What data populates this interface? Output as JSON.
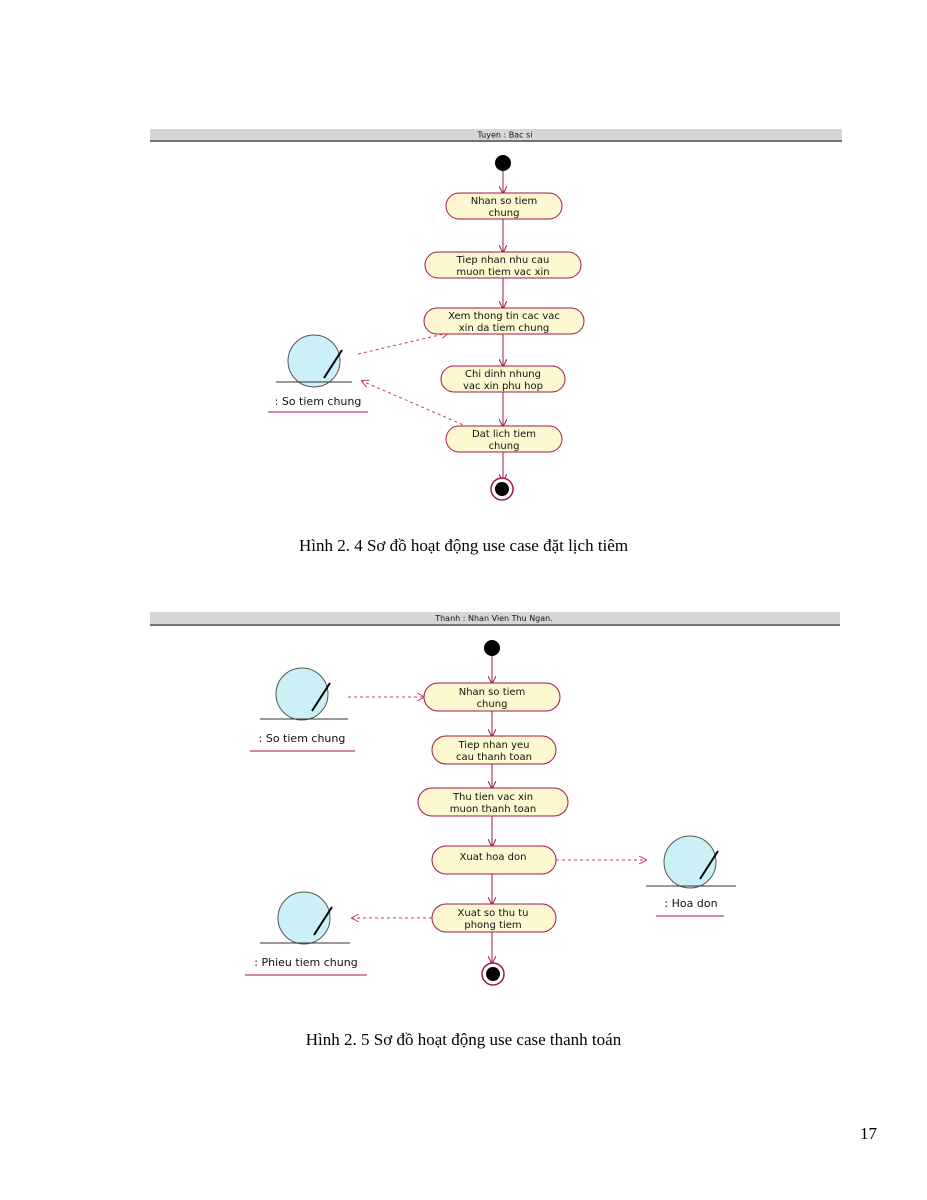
{
  "diagram1": {
    "swimlane_title": "Tuyen : Bac si",
    "activities": [
      [
        "Nhan so tiem",
        "chung"
      ],
      [
        "Tiep nhan nhu cau",
        "muon tiem vac xin"
      ],
      [
        "Xem thong tin cac vac",
        "xin da tiem chung"
      ],
      [
        "Chi dinh nhung",
        "vac xin phu hop"
      ],
      [
        "Dat lich tiem",
        "chung"
      ]
    ],
    "objects": [
      ": So tiem chung"
    ]
  },
  "caption1": "Hình 2. 4 Sơ đồ hoạt động use case đặt lịch tiêm",
  "diagram2": {
    "swimlane_title": "Thanh : Nhan Vien Thu Ngan.",
    "activities": [
      [
        "Nhan so tiem",
        "chung"
      ],
      [
        "Tiep nhan yeu",
        "cau thanh toan"
      ],
      [
        "Thu tien vac xin",
        "muon thanh toan"
      ],
      [
        "Xuat hoa don"
      ],
      [
        "Xuat so thu tu",
        "phong tiem"
      ]
    ],
    "objects": [
      ": So tiem chung",
      ": Hoa don",
      ": Phieu tiem chung"
    ]
  },
  "caption2": "Hình 2. 5 Sơ đồ hoạt động use case thanh toán",
  "page_number": "17",
  "colors": {
    "activity_fill": "#fdf8d0",
    "activity_stroke": "#a01848",
    "flow": "#a01848",
    "object_fill": "#ccf0f8",
    "swimlane_bar": "#d6d6d6"
  }
}
